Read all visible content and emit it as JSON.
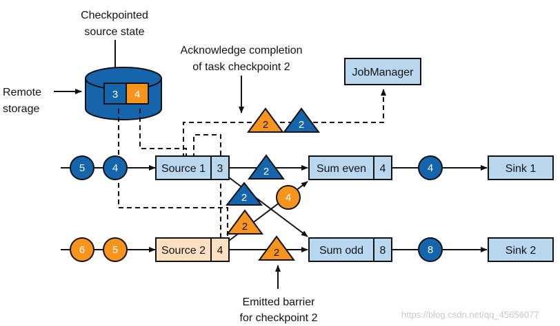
{
  "labels": {
    "checkpointed_line1": "Checkpointed",
    "checkpointed_line2": "source state",
    "remote_line1": "Remote",
    "remote_line2": "storage",
    "ack_line1": "Acknowledge completion",
    "ack_line2": "of task checkpoint 2",
    "emitted_line1": "Emitted barrier",
    "emitted_line2": "for checkpoint 2",
    "watermark": "https://blog.csdn.net/qq_45656077"
  },
  "storage": {
    "slot_blue": "3",
    "slot_orange": "4"
  },
  "boxes": {
    "jobmanager": "JobManager",
    "source1": "Source 1",
    "source1_val": "3",
    "source2": "Source 2",
    "source2_val": "4",
    "sum_even": "Sum even",
    "sum_even_val": "4",
    "sum_odd": "Sum odd",
    "sum_odd_val": "8",
    "sink1": "Sink 1",
    "sink2": "Sink 2"
  },
  "records": {
    "in1_a": "5",
    "in1_b": "4",
    "in2_a": "6",
    "in2_b": "5",
    "even_out": "4",
    "odd_out": "8",
    "cross_orange": "4"
  },
  "barriers": {
    "ack_orange": "2",
    "ack_blue": "2",
    "s1_to_even": "2",
    "s1_cross": "2",
    "s2_cross": "2",
    "s2_to_odd": "2"
  },
  "colors": {
    "blue": "#1565ad",
    "orange": "#f7941d",
    "box_blue": "#b9d7ef",
    "box_peach": "#fde0c2",
    "stroke": "#111111"
  }
}
